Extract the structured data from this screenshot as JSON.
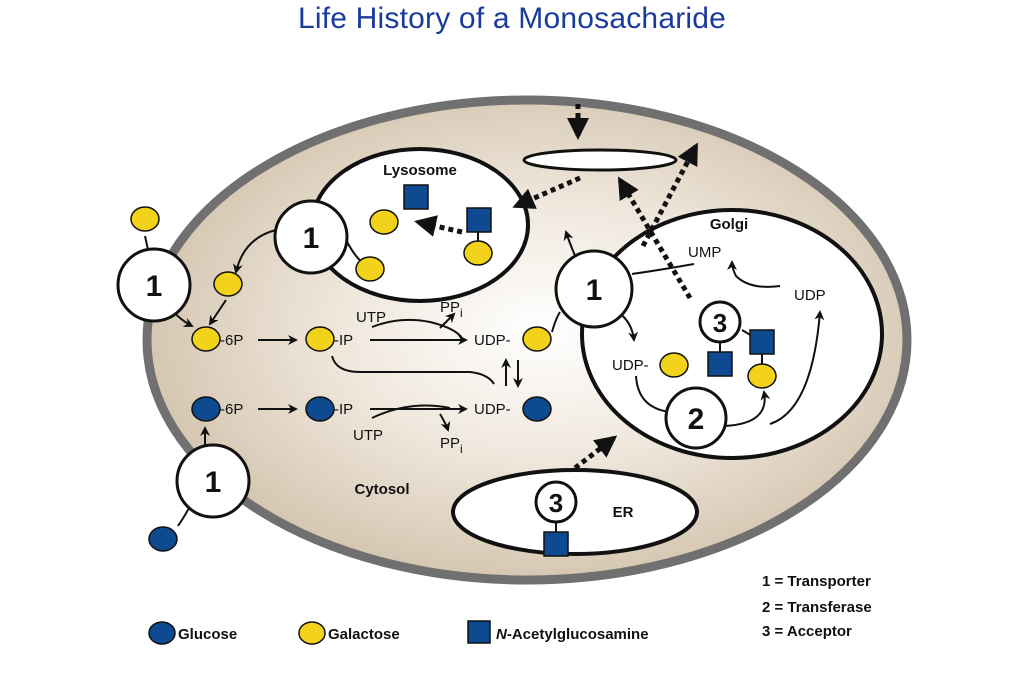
{
  "title": "Life History of a Monosacharide",
  "compartments": {
    "lysosome": "Lysosome",
    "golgi": "Golgi",
    "cytosol": "Cytosol",
    "er": "ER"
  },
  "metabolites": {
    "six_p": "-6P",
    "one_p": "-IP",
    "udp": "UDP-",
    "udp_plain": "UDP",
    "utp": "UTP",
    "pp": "PP",
    "pp_sub": "i",
    "ump": "UMP"
  },
  "numbers": {
    "transporter": "1",
    "transferase": "2",
    "acceptor": "3"
  },
  "key": {
    "transporter": "1 = Transporter",
    "transferase": "2 = Transferase",
    "acceptor": "3 = Acceptor"
  },
  "legend": {
    "glucose": "Glucose",
    "galactose": "Galactose",
    "glcnac_prefix": "N",
    "glcnac_suffix": "-Acetylglucosamine"
  },
  "colors": {
    "glucose": "#0d4a8f",
    "galactose": "#f2d21a",
    "glcnac": "#0d4a8f",
    "title": "#1a3a9c",
    "cell_border": "#707070",
    "cytosol_fill": "#d6c7b1"
  }
}
